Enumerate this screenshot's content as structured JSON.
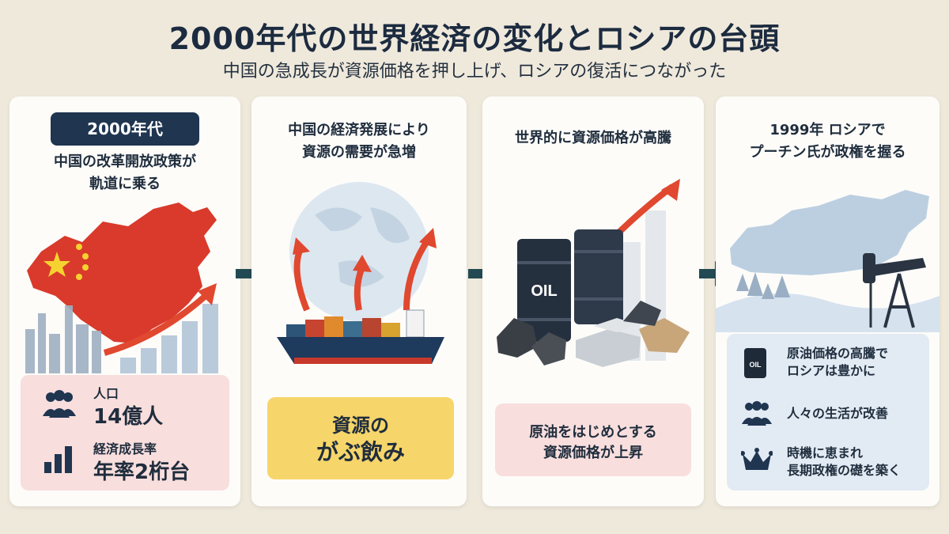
{
  "title": "2000年代の世界経済の変化とロシアの台頭",
  "subtitle": "中国の急成長が資源価格を押し上げ、ロシアの復活につながった",
  "panel1": {
    "badge": "2000年代",
    "heading_line1": "中国の改革開放政策が",
    "heading_line2": "軌道に乗る",
    "population_label": "人口",
    "population_value": "14億人",
    "growth_label": "経済成長率",
    "growth_value": "年率2桁台"
  },
  "panel2": {
    "heading_line1": "中国の経済発展により",
    "heading_line2": "資源の需要が急増",
    "callout_line1": "資源の",
    "callout_line2": "がぶ飲み"
  },
  "panel3": {
    "heading": "世界的に資源価格が高騰",
    "barrel_label": "OIL",
    "note_line1": "原油をはじめとする",
    "note_line2": "資源価格が上昇"
  },
  "panel4": {
    "heading_line1": "1999年 ロシアで",
    "heading_line2": "プーチン氏が政権を握る",
    "barrel_label": "OIL",
    "item1_line1": "原油価格の高騰で",
    "item1_line2": "ロシアは豊かに",
    "item2": "人々の生活が改善",
    "item3_line1": "時機に恵まれ",
    "item3_line2": "長期政権の礎を築く"
  },
  "colors": {
    "navy": "#1f3550",
    "teal_arrow": "#234a53",
    "china_red": "#d93a2b",
    "rise_red": "#e0482f",
    "pink_box": "#f8dedd",
    "yellow_box": "#f6d56a",
    "blue_box": "#e2eaf3"
  },
  "icons": [
    "people-icon",
    "bar-chart-icon",
    "oil-barrel-icon",
    "crown-icon",
    "next-arrow-icon"
  ]
}
